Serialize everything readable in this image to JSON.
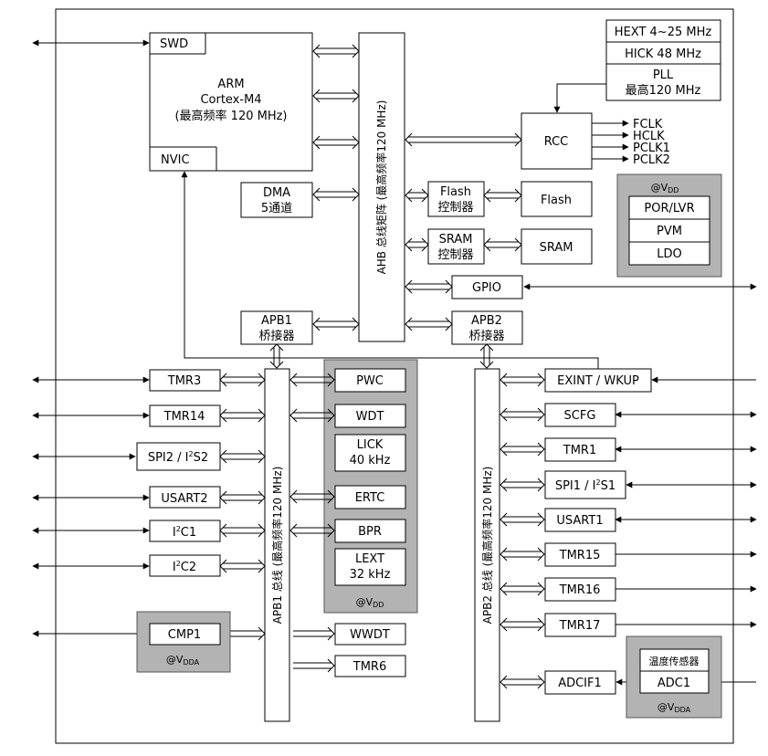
{
  "core": {
    "swd": "SWD",
    "arm": "ARM",
    "cortex": "Cortex-M4",
    "freq": "(最高频率 120 MHz)",
    "nvic": "NVIC"
  },
  "ahb": {
    "label": "AHB 总线矩阵 (最高频率120 MHz)"
  },
  "apb1_bus": {
    "label": "APB1 总线 (最高频率120 MHz)"
  },
  "apb2_bus": {
    "label": "APB2 总线 (最高频率120 MHz)"
  },
  "clocks": {
    "hext": "HEXT 4~25 MHz",
    "hick": "HICK 48 MHz",
    "pll_line1": "PLL",
    "pll_line2": "最高120 MHz",
    "rcc": "RCC",
    "outputs": [
      "FCLK",
      "HCLK",
      "PCLK1",
      "PCLK2"
    ]
  },
  "power": {
    "vdd": "@V",
    "vdd_sub": "DD",
    "por": "POR/LVR",
    "pvm": "PVM",
    "ldo": "LDO"
  },
  "ahb_blocks": {
    "dma1": "DMA",
    "dma2": "5通道",
    "flash_ctrl1": "Flash",
    "flash_ctrl2": "控制器",
    "flash": "Flash",
    "sram_ctrl1": "SRAM",
    "sram_ctrl2": "控制器",
    "sram": "SRAM",
    "gpio": "GPIO",
    "apb1_bridge1": "APB1",
    "apb1_bridge2": "桥接器",
    "apb2_bridge1": "APB2",
    "apb2_bridge2": "桥接器"
  },
  "apb1_left": {
    "tmr3": "TMR3",
    "tmr14": "TMR14",
    "spi2": "SPI2 / I",
    "spi2_sup": "2",
    "spi2_tail": "S2",
    "usart2": "USART2",
    "i2c1_a": "I",
    "i2c1_sup": "2",
    "i2c1_b": "C1",
    "i2c2_a": "I",
    "i2c2_sup": "2",
    "i2c2_b": "C2",
    "cmp1": "CMP1",
    "vdda": "@V",
    "vdda_sub": "DDA"
  },
  "apb1_right": {
    "pwc": "PWC",
    "wdt": "WDT",
    "lick1": "LICK",
    "lick2": "40 kHz",
    "ertc": "ERTC",
    "bpr": "BPR",
    "lext1": "LEXT",
    "lext2": "32 kHz",
    "vdd": "@V",
    "vdd_sub": "DD",
    "wwdt": "WWDT",
    "tmr6": "TMR6"
  },
  "apb2_right": {
    "exint": "EXINT / WKUP",
    "scfg": "SCFG",
    "tmr1": "TMR1",
    "spi1_a": "SPI1 / I",
    "spi1_sup": "2",
    "spi1_b": "S1",
    "usart1": "USART1",
    "tmr15": "TMR15",
    "tmr16": "TMR16",
    "tmr17": "TMR17",
    "adcif1": "ADCIF1",
    "temp": "温度传感器",
    "adc1": "ADC1",
    "vdda": "@V",
    "vdda_sub": "DDA"
  }
}
